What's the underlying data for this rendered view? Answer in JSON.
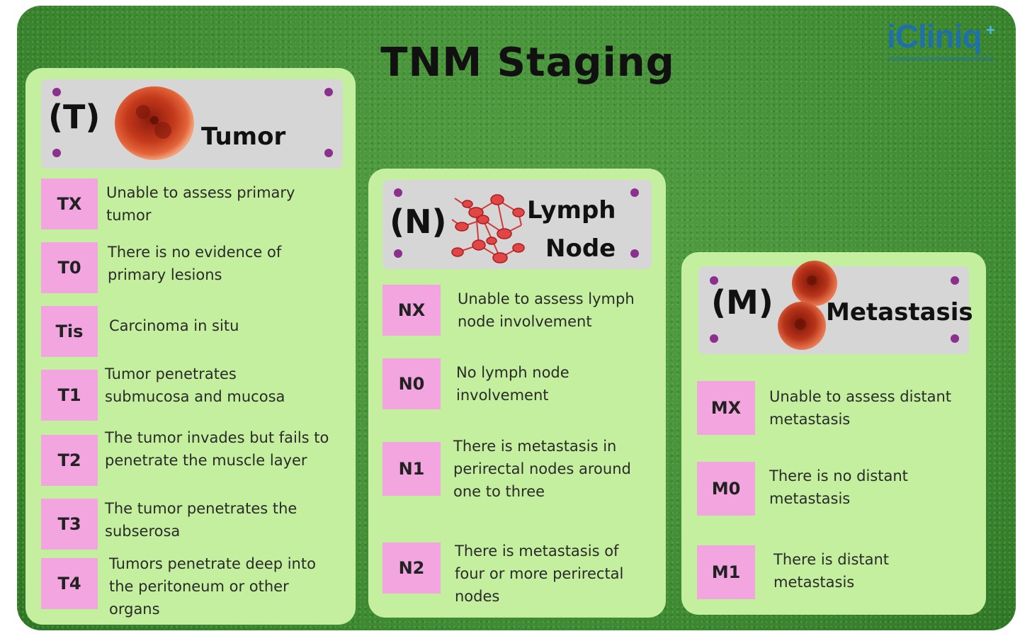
{
  "title": "TNM Staging",
  "logo": {
    "text": "iCliniq",
    "plus": "+"
  },
  "colors": {
    "background": "#44903a",
    "panel": "#c3ef9e",
    "header": "#d6d6d6",
    "code_box": "#f2a5df",
    "dot": "#8c2f8f",
    "logo": "#1f6fa8"
  },
  "panels": {
    "tumor": {
      "letter": "(T)",
      "name": "Tumor",
      "icon": "tumor-cell-icon",
      "rows": [
        {
          "code": "TX",
          "desc": "Unable to assess primary tumor"
        },
        {
          "code": "T0",
          "desc": "There is no evidence of primary lesions"
        },
        {
          "code": "Tis",
          "desc": "Carcinoma in situ"
        },
        {
          "code": "T1",
          "desc": "Tumor penetrates submucosa and mucosa"
        },
        {
          "code": "T2",
          "desc": "The tumor invades but fails to penetrate the muscle layer"
        },
        {
          "code": "T3",
          "desc": "The tumor penetrates the subserosa"
        },
        {
          "code": "T4",
          "desc": "Tumors penetrate deep into the peritoneum or other organs"
        }
      ]
    },
    "node": {
      "letter": "(N)",
      "name_line1": "Lymph",
      "name_line2": "Node",
      "icon": "lymph-cells-icon",
      "rows": [
        {
          "code": "NX",
          "desc": "Unable to assess lymph node involvement"
        },
        {
          "code": "N0",
          "desc": "No lymph node involvement"
        },
        {
          "code": "N1",
          "desc": "There is metastasis in perirectal nodes around one to three"
        },
        {
          "code": "N2",
          "desc": "There is metastasis of four or more perirectal nodes"
        }
      ]
    },
    "metastasis": {
      "letter": "(M)",
      "name": "Metastasis",
      "icon": "metastasis-cells-icon",
      "rows": [
        {
          "code": "MX",
          "desc": "Unable to assess distant metastasis"
        },
        {
          "code": "M0",
          "desc": "There is no distant metastasis"
        },
        {
          "code": "M1",
          "desc": "There is distant metastasis"
        }
      ]
    }
  }
}
